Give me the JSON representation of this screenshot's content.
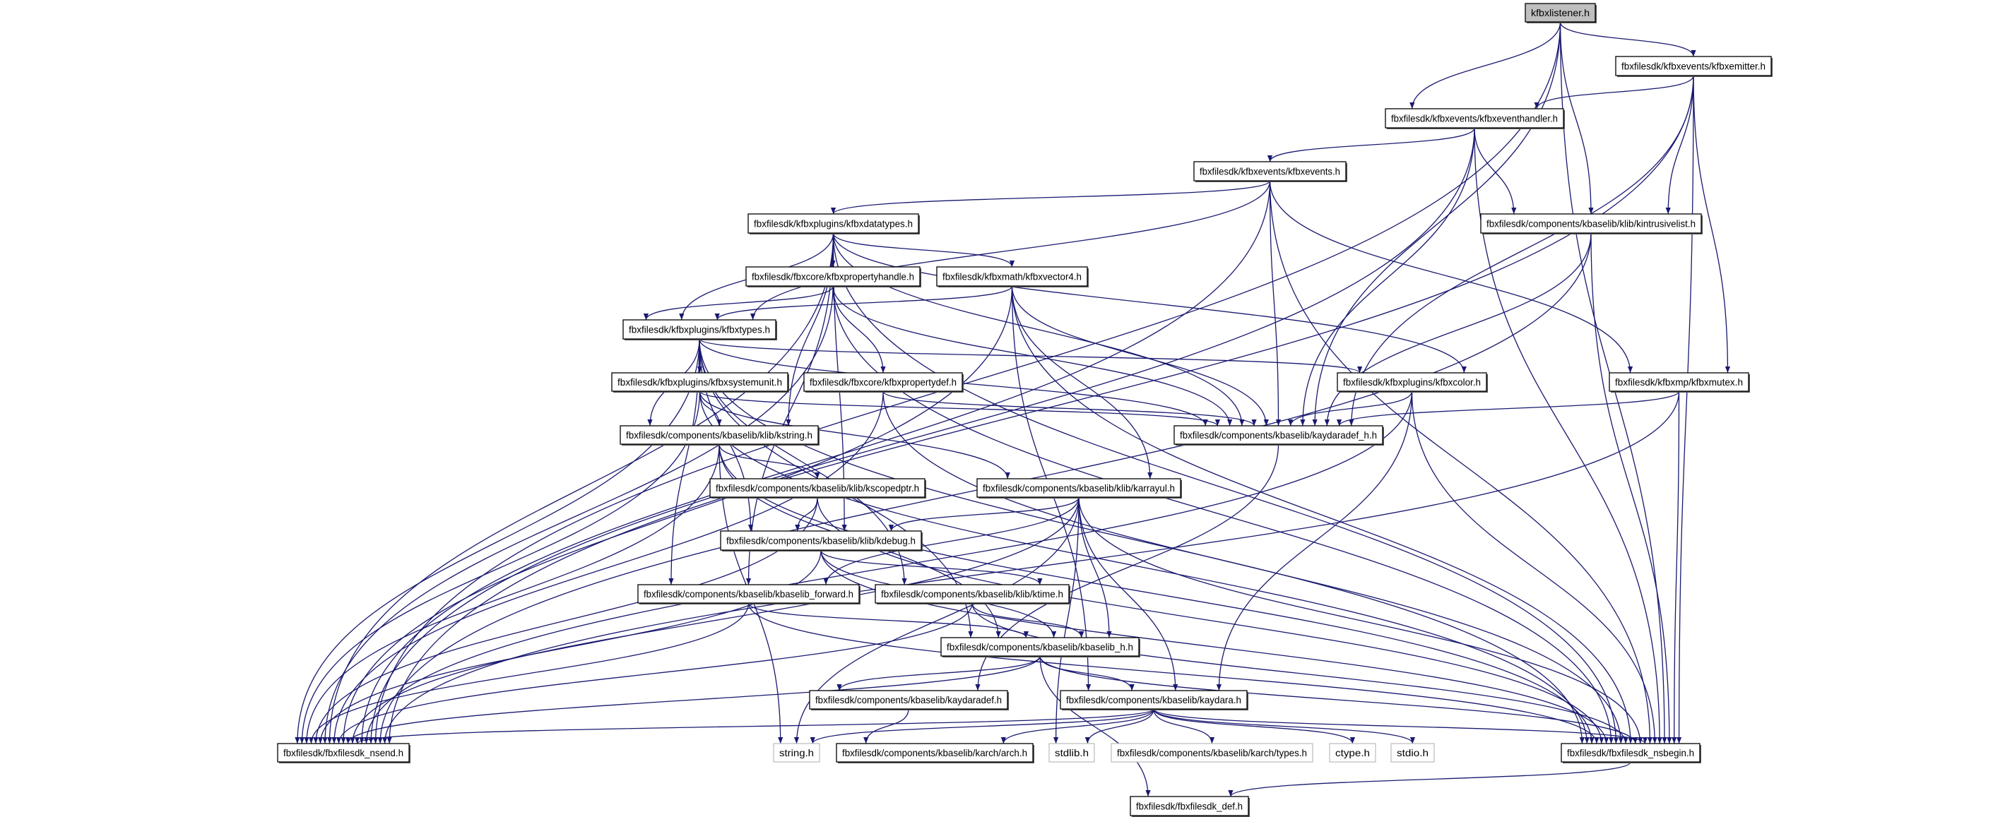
{
  "colors": {
    "edge": "#191970",
    "node_border": "#000000",
    "node_shadow": "#555555",
    "root_fill": "#bfbfbf",
    "system_border": "#bfbfbf",
    "background": "#ffffff"
  },
  "nodes": [
    {
      "id": "listener",
      "label": "kfbxlistener.h",
      "kind": "root"
    },
    {
      "id": "emitter",
      "label": "fbxfilesdk/kfbxevents/kfbxemitter.h",
      "kind": "file"
    },
    {
      "id": "eventhandler",
      "label": "fbxfilesdk/kfbxevents/kfbxeventhandler.h",
      "kind": "file"
    },
    {
      "id": "events",
      "label": "fbxfilesdk/kfbxevents/kfbxevents.h",
      "kind": "file"
    },
    {
      "id": "intrusivelist",
      "label": "fbxfilesdk/components/kbaselib/klib/kintrusivelist.h",
      "kind": "file"
    },
    {
      "id": "datatypes",
      "label": "fbxfilesdk/kfbxplugins/kfbxdatatypes.h",
      "kind": "file"
    },
    {
      "id": "propertyhandle",
      "label": "fbxfilesdk/fbxcore/kfbxpropertyhandle.h",
      "kind": "file"
    },
    {
      "id": "vector4",
      "label": "fbxfilesdk/kfbxmath/kfbxvector4.h",
      "kind": "file"
    },
    {
      "id": "types",
      "label": "fbxfilesdk/kfbxplugins/kfbxtypes.h",
      "kind": "file"
    },
    {
      "id": "systemunit",
      "label": "fbxfilesdk/kfbxplugins/kfbxsystemunit.h",
      "kind": "file"
    },
    {
      "id": "propertydef",
      "label": "fbxfilesdk/fbxcore/kfbxpropertydef.h",
      "kind": "file"
    },
    {
      "id": "color",
      "label": "fbxfilesdk/kfbxplugins/kfbxcolor.h",
      "kind": "file"
    },
    {
      "id": "mutex",
      "label": "fbxfilesdk/kfbxmp/kfbxmutex.h",
      "kind": "file"
    },
    {
      "id": "kaydaradef_h",
      "label": "fbxfilesdk/components/kbaselib/kaydaradef_h.h",
      "kind": "file"
    },
    {
      "id": "kstring",
      "label": "fbxfilesdk/components/kbaselib/klib/kstring.h",
      "kind": "file"
    },
    {
      "id": "kscopedptr",
      "label": "fbxfilesdk/components/kbaselib/klib/kscopedptr.h",
      "kind": "file"
    },
    {
      "id": "karrayul",
      "label": "fbxfilesdk/components/kbaselib/klib/karrayul.h",
      "kind": "file"
    },
    {
      "id": "kdebug",
      "label": "fbxfilesdk/components/kbaselib/klib/kdebug.h",
      "kind": "file"
    },
    {
      "id": "kbaselib_forward",
      "label": "fbxfilesdk/components/kbaselib/kbaselib_forward.h",
      "kind": "file"
    },
    {
      "id": "ktime",
      "label": "fbxfilesdk/components/kbaselib/klib/ktime.h",
      "kind": "file"
    },
    {
      "id": "kbaselib_h",
      "label": "fbxfilesdk/components/kbaselib/kbaselib_h.h",
      "kind": "file"
    },
    {
      "id": "kaydaradef",
      "label": "fbxfilesdk/components/kbaselib/kaydaradef.h",
      "kind": "file"
    },
    {
      "id": "kaydara",
      "label": "fbxfilesdk/components/kbaselib/kaydara.h",
      "kind": "file"
    },
    {
      "id": "nsend",
      "label": "fbxfilesdk/fbxfilesdk_nsend.h",
      "kind": "file"
    },
    {
      "id": "string",
      "label": "string.h",
      "kind": "system"
    },
    {
      "id": "arch",
      "label": "fbxfilesdk/components/kbaselib/karch/arch.h",
      "kind": "file"
    },
    {
      "id": "stdlib",
      "label": "stdlib.h",
      "kind": "system"
    },
    {
      "id": "archtypes",
      "label": "fbxfilesdk/components/kbaselib/karch/types.h",
      "kind": "system"
    },
    {
      "id": "ctype",
      "label": "ctype.h",
      "kind": "system"
    },
    {
      "id": "stdio",
      "label": "stdio.h",
      "kind": "system"
    },
    {
      "id": "nsbegin",
      "label": "fbxfilesdk/fbxfilesdk_nsbegin.h",
      "kind": "file"
    },
    {
      "id": "def",
      "label": "fbxfilesdk/fbxfilesdk_def.h",
      "kind": "file"
    }
  ],
  "edges": [
    [
      "listener",
      "emitter"
    ],
    [
      "listener",
      "eventhandler"
    ],
    [
      "listener",
      "intrusivelist"
    ],
    [
      "listener",
      "kaydaradef_h"
    ],
    [
      "listener",
      "nsend"
    ],
    [
      "listener",
      "nsbegin"
    ],
    [
      "emitter",
      "eventhandler"
    ],
    [
      "emitter",
      "intrusivelist"
    ],
    [
      "emitter",
      "kaydaradef_h"
    ],
    [
      "emitter",
      "mutex"
    ],
    [
      "emitter",
      "nsend"
    ],
    [
      "emitter",
      "nsbegin"
    ],
    [
      "eventhandler",
      "events"
    ],
    [
      "eventhandler",
      "intrusivelist"
    ],
    [
      "eventhandler",
      "kaydaradef_h"
    ],
    [
      "eventhandler",
      "nsend"
    ],
    [
      "eventhandler",
      "nsbegin"
    ],
    [
      "events",
      "datatypes"
    ],
    [
      "events",
      "types"
    ],
    [
      "events",
      "kaydaradef_h"
    ],
    [
      "events",
      "mutex"
    ],
    [
      "events",
      "nsend"
    ],
    [
      "events",
      "nsbegin"
    ],
    [
      "intrusivelist",
      "kaydaradef_h"
    ],
    [
      "intrusivelist",
      "nsend"
    ],
    [
      "intrusivelist",
      "nsbegin"
    ],
    [
      "datatypes",
      "propertyhandle"
    ],
    [
      "datatypes",
      "vector4"
    ],
    [
      "datatypes",
      "types"
    ],
    [
      "datatypes",
      "color"
    ],
    [
      "datatypes",
      "kaydaradef_h"
    ],
    [
      "datatypes",
      "kstring"
    ],
    [
      "datatypes",
      "kdebug"
    ],
    [
      "datatypes",
      "kbaselib_forward"
    ],
    [
      "datatypes",
      "nsend"
    ],
    [
      "datatypes",
      "nsbegin"
    ],
    [
      "propertyhandle",
      "types"
    ],
    [
      "propertyhandle",
      "propertydef"
    ],
    [
      "propertyhandle",
      "kaydaradef_h"
    ],
    [
      "propertyhandle",
      "nsend"
    ],
    [
      "propertyhandle",
      "nsbegin"
    ],
    [
      "vector4",
      "types"
    ],
    [
      "vector4",
      "karrayul"
    ],
    [
      "vector4",
      "kaydaradef_h"
    ],
    [
      "vector4",
      "kaydara"
    ],
    [
      "vector4",
      "nsend"
    ],
    [
      "vector4",
      "nsbegin"
    ],
    [
      "types",
      "systemunit"
    ],
    [
      "types",
      "color"
    ],
    [
      "types",
      "kstring"
    ],
    [
      "types",
      "kaydaradef_h"
    ],
    [
      "types",
      "kdebug"
    ],
    [
      "types",
      "kbaselib_h"
    ],
    [
      "types",
      "ktime"
    ],
    [
      "types",
      "kbaselib_forward"
    ],
    [
      "types",
      "nsend"
    ],
    [
      "types",
      "nsbegin"
    ],
    [
      "systemunit",
      "kstring"
    ],
    [
      "systemunit",
      "kaydaradef_h"
    ],
    [
      "systemunit",
      "karrayul"
    ],
    [
      "systemunit",
      "nsend"
    ],
    [
      "systemunit",
      "nsbegin"
    ],
    [
      "propertydef",
      "kaydaradef_h"
    ],
    [
      "propertydef",
      "nsend"
    ],
    [
      "propertydef",
      "nsbegin"
    ],
    [
      "color",
      "kaydaradef_h"
    ],
    [
      "color",
      "kaydara"
    ],
    [
      "color",
      "nsend"
    ],
    [
      "color",
      "nsbegin"
    ],
    [
      "mutex",
      "kaydaradef_h"
    ],
    [
      "mutex",
      "nsend"
    ],
    [
      "mutex",
      "nsbegin"
    ],
    [
      "kaydaradef_h",
      "kaydaradef"
    ],
    [
      "kstring",
      "kscopedptr"
    ],
    [
      "kstring",
      "kbaselib_h"
    ],
    [
      "kstring",
      "string"
    ],
    [
      "kstring",
      "nsend"
    ],
    [
      "kstring",
      "nsbegin"
    ],
    [
      "kscopedptr",
      "kdebug"
    ],
    [
      "kscopedptr",
      "nsend"
    ],
    [
      "kscopedptr",
      "nsbegin"
    ],
    [
      "karrayul",
      "kdebug"
    ],
    [
      "karrayul",
      "kbaselib_forward"
    ],
    [
      "karrayul",
      "kbaselib_h"
    ],
    [
      "karrayul",
      "kaydara"
    ],
    [
      "karrayul",
      "stdlib"
    ],
    [
      "karrayul",
      "string"
    ],
    [
      "karrayul",
      "nsend"
    ],
    [
      "karrayul",
      "nsbegin"
    ],
    [
      "kdebug",
      "ktime"
    ],
    [
      "kdebug",
      "kbaselib_h"
    ],
    [
      "kdebug",
      "nsend"
    ],
    [
      "kdebug",
      "nsbegin"
    ],
    [
      "kbaselib_forward",
      "kbaselib_h"
    ],
    [
      "kbaselib_forward",
      "nsend"
    ],
    [
      "kbaselib_forward",
      "nsbegin"
    ],
    [
      "ktime",
      "kbaselib_h"
    ],
    [
      "ktime",
      "nsend"
    ],
    [
      "ktime",
      "nsbegin"
    ],
    [
      "kbaselib_h",
      "kaydaradef"
    ],
    [
      "kbaselib_h",
      "kaydara"
    ],
    [
      "kbaselib_h",
      "def"
    ],
    [
      "kbaselib_h",
      "nsend"
    ],
    [
      "kbaselib_h",
      "nsbegin"
    ],
    [
      "kaydaradef",
      "arch"
    ],
    [
      "kaydara",
      "nsend"
    ],
    [
      "kaydara",
      "string"
    ],
    [
      "kaydara",
      "arch"
    ],
    [
      "kaydara",
      "stdlib"
    ],
    [
      "kaydara",
      "archtypes"
    ],
    [
      "kaydara",
      "ctype"
    ],
    [
      "kaydara",
      "stdio"
    ],
    [
      "kaydara",
      "nsbegin"
    ],
    [
      "nsbegin",
      "def"
    ]
  ]
}
